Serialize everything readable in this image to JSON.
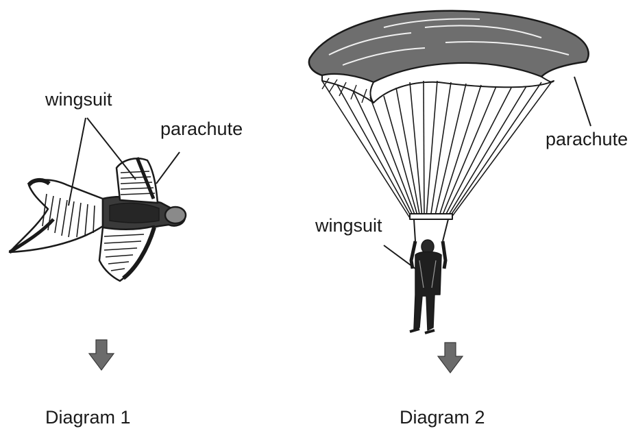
{
  "diagram1": {
    "caption": "Diagram 1",
    "wingsuit_label": "wingsuit",
    "parachute_label": "parachute"
  },
  "diagram2": {
    "caption": "Diagram 2",
    "wingsuit_label": "wingsuit",
    "parachute_label": "parachute"
  },
  "colors": {
    "ink": "#1a1a1a",
    "canopy_fill": "#6e6e6e",
    "arrow_fill": "#6b6b6b"
  },
  "icons": [
    "down-arrow-icon",
    "wingsuit-flyer-illustration",
    "parachutist-illustration"
  ]
}
